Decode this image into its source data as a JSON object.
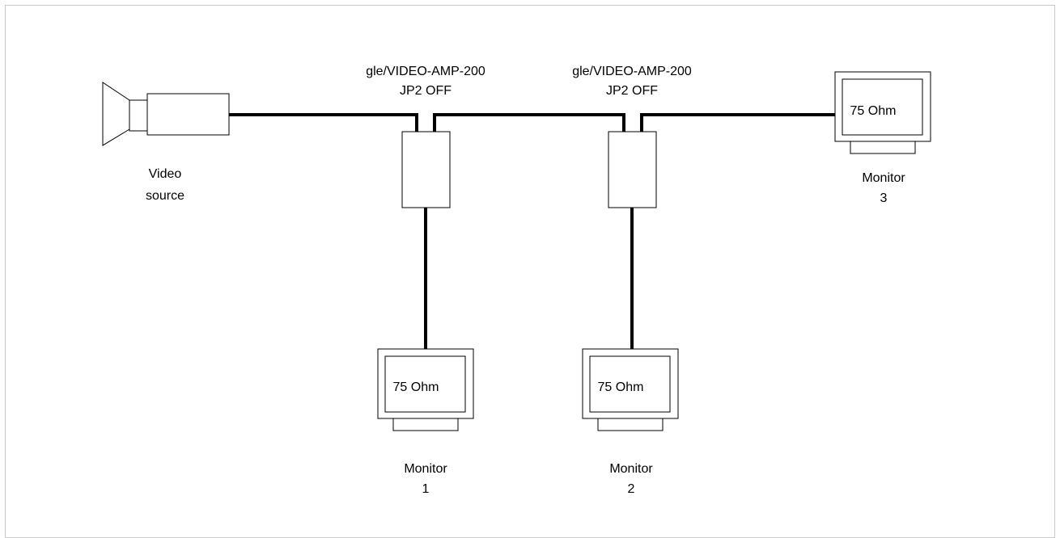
{
  "diagram": {
    "video_source": {
      "label_line1": "Video",
      "label_line2": "source"
    },
    "amplifiers": [
      {
        "model": "gle/VIDEO-AMP-200",
        "setting": "JP2 OFF"
      },
      {
        "model": "gle/VIDEO-AMP-200",
        "setting": "JP2 OFF"
      }
    ],
    "monitors": [
      {
        "impedance": "75 Ohm",
        "label_line1": "Monitor",
        "label_line2": "1"
      },
      {
        "impedance": "75 Ohm",
        "label_line1": "Monitor",
        "label_line2": "2"
      },
      {
        "impedance": "75 Ohm",
        "label_line1": "Monitor",
        "label_line2": "3"
      }
    ],
    "colors": {
      "line": "#000000",
      "frame": "#c8c8c8",
      "background": "#ffffff"
    }
  }
}
